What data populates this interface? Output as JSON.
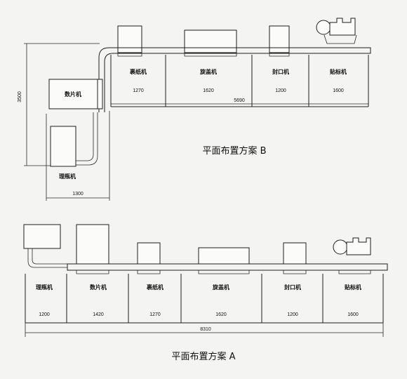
{
  "plan_b": {
    "title": "平面布置方案 B",
    "machines": [
      "裹纸机",
      "旋盖机",
      "封口机",
      "贴标机"
    ],
    "side_machines": [
      "数片机",
      "理瓶机"
    ],
    "dims": [
      "1270",
      "1620",
      "1200",
      "1600"
    ],
    "total": "5690",
    "height": "3500",
    "width": "1300"
  },
  "plan_a": {
    "title": "平面布置方案 A",
    "machines": [
      "理瓶机",
      "数片机",
      "裹纸机",
      "旋盖机",
      "封口机",
      "贴标机"
    ],
    "dims": [
      "1200",
      "1420",
      "1270",
      "1620",
      "1200",
      "1600"
    ],
    "total": "8310"
  }
}
